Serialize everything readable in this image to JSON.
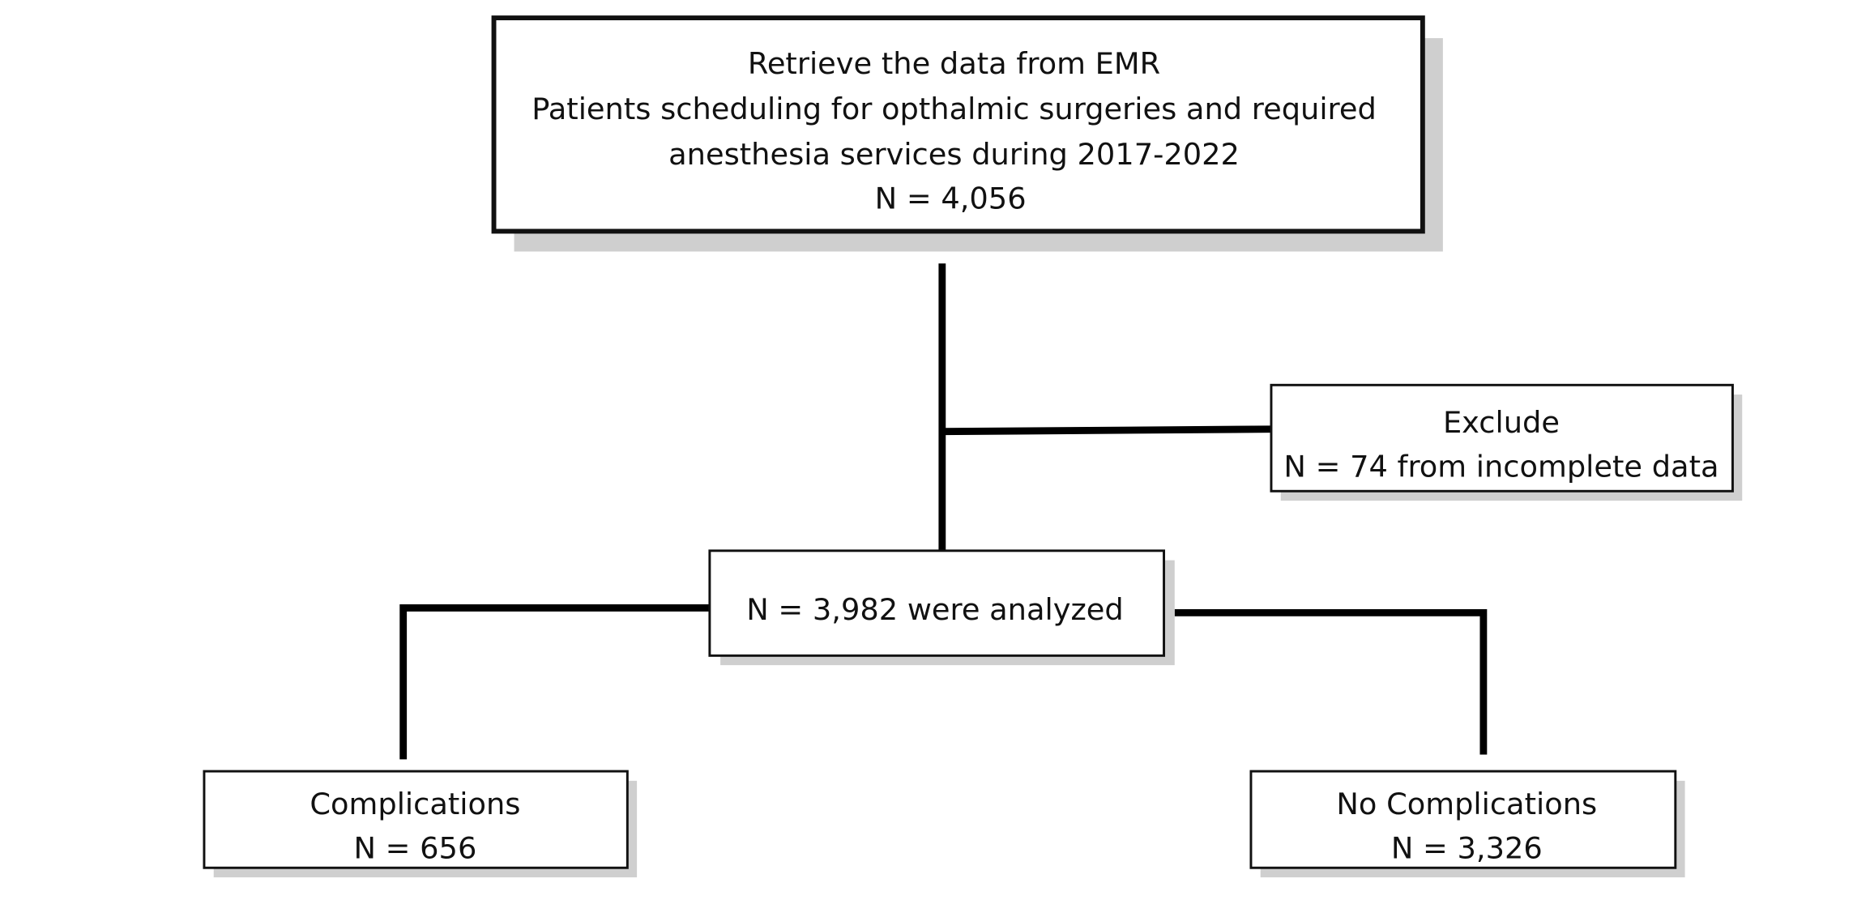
{
  "top_box": {
    "lines": [
      "Retrieve the data from EMR",
      "Patients scheduling for opthalmic surgeries and required",
      "anesthesia services during 2017-2022",
      "N = 4,056"
    ]
  },
  "exclude_box": {
    "lines": [
      "Exclude",
      "N = 74 from incomplete data"
    ]
  },
  "analyzed_box": {
    "lines": [
      "N = 3,982 were analyzed"
    ]
  },
  "complications_box": {
    "lines": [
      "Complications",
      "N = 656"
    ]
  },
  "no_complications_box": {
    "lines": [
      "No Complications",
      "N = 3,326"
    ]
  }
}
